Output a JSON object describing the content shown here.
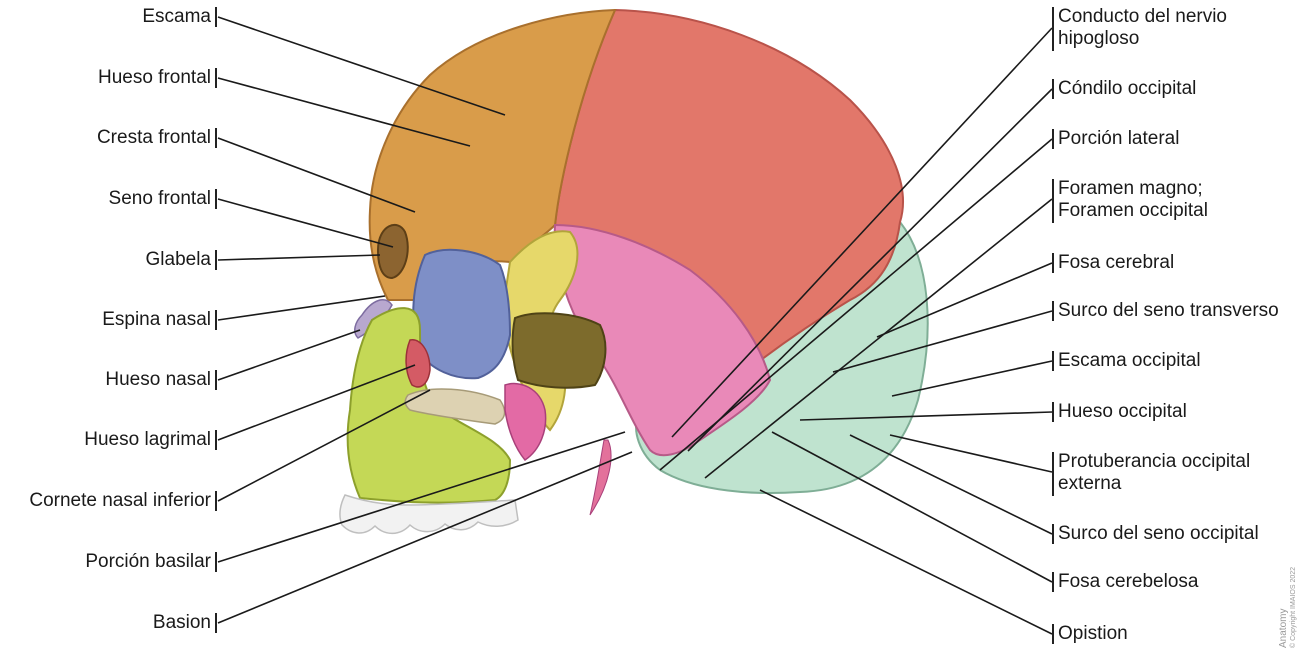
{
  "left_labels": [
    "Escama",
    "Hueso frontal",
    "Cresta frontal",
    "Seno frontal",
    "Glabela",
    "Espina nasal",
    "Hueso nasal",
    "Hueso lagrimal",
    "Cornete nasal inferior",
    "Porción basilar",
    "Basion"
  ],
  "right_labels": [
    [
      "Conducto del nervio",
      "hipogloso"
    ],
    [
      "Cóndilo occipital"
    ],
    [
      "Porción lateral"
    ],
    [
      "Foramen magno;",
      "Foramen occipital"
    ],
    [
      "Fosa cerebral"
    ],
    [
      "Surco del seno transverso"
    ],
    [
      "Escama occipital"
    ],
    [
      "Hueso occipital"
    ],
    [
      "Protuberancia occipital",
      "externa"
    ],
    [
      "Surco del seno occipital"
    ],
    [
      "Fosa cerebelosa"
    ],
    [
      "Opistion"
    ]
  ],
  "watermark": {
    "brand": "Anatomy",
    "copyright": "© Copyright IMAIOS 2022"
  },
  "colors": {
    "frontal": "#d99c4a",
    "parietal": "#e2776a",
    "temporal": "#e989b8",
    "occipital": "#bfe3cf",
    "sphenoid": "#e6d86a",
    "ethmoid": "#7e8fc7",
    "maxilla": "#c4d856",
    "lacrimal": "#d45b65",
    "inferior_concha": "#ddd2b2",
    "palatine": "#e36aa5",
    "teeth": "#f2f2f2",
    "leader_line": "#1a1a1a"
  }
}
